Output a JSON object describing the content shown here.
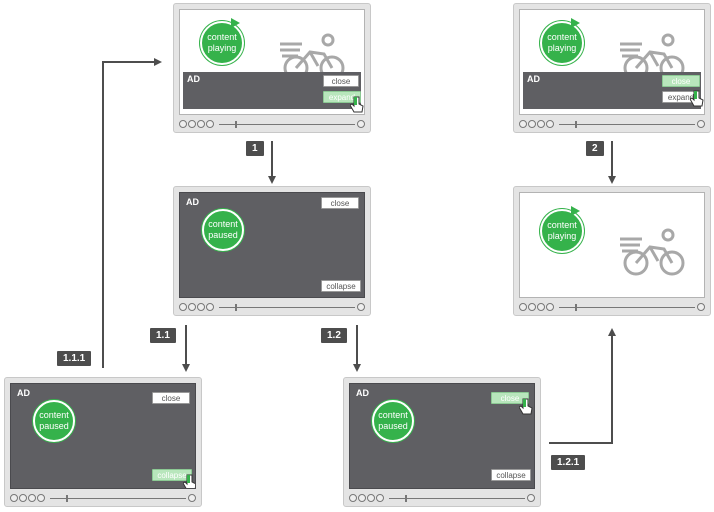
{
  "labels": {
    "ad": "AD",
    "close": "close",
    "expand": "expand",
    "collapse": "collapse",
    "content_playing_1": "content",
    "content_playing_2": "playing",
    "content_paused_1": "content",
    "content_paused_2": "paused"
  },
  "steps": {
    "s1": "1",
    "s2": "2",
    "s11": "1.1",
    "s12": "1.2",
    "s111": "1.1.1",
    "s121": "1.2.1"
  },
  "colors": {
    "green": "#35b24b",
    "light_green": "#b8e6bc",
    "ad_gray": "#5f5f63",
    "label_gray": "#4d4d4d"
  },
  "icons": [
    "cyclist-icon",
    "hand-cursor-icon",
    "play-arrow-icon"
  ]
}
